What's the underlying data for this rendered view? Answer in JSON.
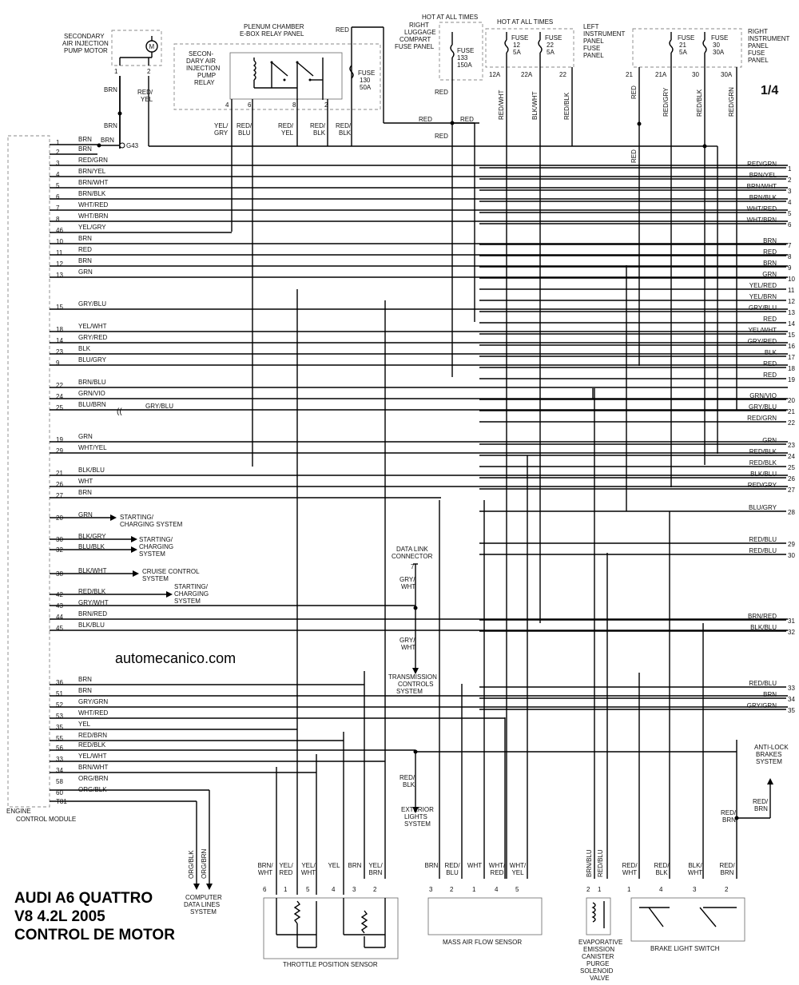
{
  "page_number": "1/4",
  "watermark": "automecanico.com",
  "title_lines": [
    "AUDI A6 QUATTRO",
    "V8 4.2L 2005",
    "CONTROL DE MOTOR"
  ],
  "components": {
    "sec_air_motor": [
      "SECONDARY",
      "AIR INJECTION",
      "PUMP MOTOR"
    ],
    "plenum": [
      "PLENUM CHAMBER",
      "E-BOX RELAY PANEL"
    ],
    "sec_air_relay": [
      "SECON-",
      "DARY AIR",
      "INJECTION",
      "PUMP",
      "RELAY"
    ],
    "hot_at_all_times_1": "HOT AT ALL TIMES",
    "hot_at_all_times_2": "HOT AT ALL TIMES",
    "right_luggage": [
      "RIGHT",
      "LUGGAGE",
      "COMPART",
      "FUSE PANEL"
    ],
    "left_panel": [
      "LEFT",
      "INSTRUMENT",
      "PANEL",
      "FUSE",
      "PANEL"
    ],
    "right_panel": [
      "RIGHT",
      "INSTRUMENT",
      "PANEL",
      "FUSE",
      "PANEL"
    ],
    "ecm": [
      "ENGINE",
      "CONTROL MODULE"
    ],
    "ecm_connector": "T81",
    "ground": "G43",
    "dlc": [
      "DATA LINK",
      "CONNECTOR"
    ],
    "transmission": [
      "TRANSMISSION",
      "CONTROLS",
      "SYSTEM"
    ],
    "exterior_lights": [
      "EXTERIOR",
      "LIGHTS",
      "SYSTEM"
    ],
    "anti_lock": [
      "ANTI-LOCK",
      "BRAKES",
      "SYSTEM"
    ],
    "computer_data": [
      "COMPUTER",
      "DATA LINES",
      "SYSTEM"
    ],
    "tps": "THROTTLE POSITION SENSOR",
    "maf": "MASS AIR FLOW SENSOR",
    "evap": [
      "EVAPORATIVE",
      "EMISSION",
      "CANISTER",
      "PURGE",
      "SOLENOID",
      "VALVE"
    ],
    "brake_switch": "BRAKE LIGHT SWITCH",
    "starting_charging_1": [
      "STARTING/",
      "CHARGING SYSTEM"
    ],
    "starting_charging_2": [
      "STARTING/",
      "CHARGING",
      "SYSTEM"
    ],
    "cruise": [
      "CRUISE CONTROL",
      "SYSTEM"
    ],
    "starting_charging_3": [
      "STARTING/",
      "CHARGING",
      "SYSTEM"
    ]
  },
  "fuses": [
    {
      "id": "f130",
      "lines": [
        "FUSE",
        "130",
        "50A"
      ]
    },
    {
      "id": "f133",
      "lines": [
        "FUSE",
        "133",
        "150A"
      ]
    },
    {
      "id": "f12",
      "lines": [
        "FUSE",
        "12",
        "5A"
      ]
    },
    {
      "id": "f22",
      "lines": [
        "FUSE",
        "22",
        "5A"
      ]
    },
    {
      "id": "f21",
      "lines": [
        "FUSE",
        "21",
        "5A"
      ]
    },
    {
      "id": "f30",
      "lines": [
        "FUSE",
        "30",
        "30A"
      ]
    }
  ],
  "ecm_pins": [
    {
      "pin": "1",
      "color": "BRN"
    },
    {
      "pin": "2",
      "color": "BRN"
    },
    {
      "pin": "3",
      "color": "RED/GRN"
    },
    {
      "pin": "4",
      "color": "BRN/YEL"
    },
    {
      "pin": "5",
      "color": "BRN/WHT"
    },
    {
      "pin": "6",
      "color": "BRN/BLK"
    },
    {
      "pin": "7",
      "color": "WHT/RED"
    },
    {
      "pin": "8",
      "color": "WHT/BRN"
    },
    {
      "pin": "46",
      "color": "YEL/GRY"
    },
    {
      "pin": "10",
      "color": "BRN"
    },
    {
      "pin": "11",
      "color": "RED"
    },
    {
      "pin": "12",
      "color": "BRN"
    },
    {
      "pin": "13",
      "color": "GRN"
    },
    {
      "pin": "15",
      "color": "GRY/BLU"
    },
    {
      "pin": "18",
      "color": "YEL/WHT"
    },
    {
      "pin": "14",
      "color": "GRY/RED"
    },
    {
      "pin": "23",
      "color": "BLK"
    },
    {
      "pin": "9",
      "color": "BLU/GRY"
    },
    {
      "pin": "22",
      "color": "BRN/BLU"
    },
    {
      "pin": "24",
      "color": "GRN/VIO"
    },
    {
      "pin": "25",
      "color": "BLU/BRN"
    },
    {
      "pin": "19",
      "color": "GRN"
    },
    {
      "pin": "29",
      "color": "WHT/YEL"
    },
    {
      "pin": "21",
      "color": "BLK/BLU"
    },
    {
      "pin": "26",
      "color": "WHT"
    },
    {
      "pin": "27",
      "color": "BRN"
    },
    {
      "pin": "20",
      "color": "GRN"
    },
    {
      "pin": "30",
      "color": "BLK/GRY"
    },
    {
      "pin": "32",
      "color": "BLU/BLK"
    },
    {
      "pin": "38",
      "color": "BLK/WHT"
    },
    {
      "pin": "42",
      "color": "RED/BLK"
    },
    {
      "pin": "43",
      "color": "GRY/WHT"
    },
    {
      "pin": "44",
      "color": "BRN/RED"
    },
    {
      "pin": "45",
      "color": "BLK/BLU"
    },
    {
      "pin": "36",
      "color": "BRN"
    },
    {
      "pin": "51",
      "color": "BRN"
    },
    {
      "pin": "52",
      "color": "GRY/GRN"
    },
    {
      "pin": "53",
      "color": "WHT/RED"
    },
    {
      "pin": "35",
      "color": "YEL"
    },
    {
      "pin": "55",
      "color": "RED/BRN"
    },
    {
      "pin": "56",
      "color": "RED/BLK"
    },
    {
      "pin": "33",
      "color": "YEL/WHT"
    },
    {
      "pin": "34",
      "color": "BRN/WHT"
    },
    {
      "pin": "58",
      "color": "ORG/BRN"
    },
    {
      "pin": "60",
      "color": "ORG/BLK"
    }
  ],
  "right_edge": [
    {
      "num": "1",
      "color": "RED/GRN"
    },
    {
      "num": "2",
      "color": "BRN/YEL"
    },
    {
      "num": "3",
      "color": "BRN/WHT"
    },
    {
      "num": "4",
      "color": "BRN/BLK"
    },
    {
      "num": "5",
      "color": "WHT/RED"
    },
    {
      "num": "6",
      "color": "WHT/BRN"
    },
    {
      "num": "7",
      "color": "BRN"
    },
    {
      "num": "8",
      "color": "RED"
    },
    {
      "num": "9",
      "color": "BRN"
    },
    {
      "num": "10",
      "color": "GRN"
    },
    {
      "num": "11",
      "color": "YEL/RED"
    },
    {
      "num": "12",
      "color": "YEL/BRN"
    },
    {
      "num": "13",
      "color": "GRY/BLU"
    },
    {
      "num": "14",
      "color": "RED"
    },
    {
      "num": "15",
      "color": "YEL/WHT"
    },
    {
      "num": "16",
      "color": "GRY/RED"
    },
    {
      "num": "17",
      "color": "BLK"
    },
    {
      "num": "18",
      "color": "RED"
    },
    {
      "num": "19",
      "color": "RED"
    },
    {
      "num": "20",
      "color": "GRN/VIO"
    },
    {
      "num": "21",
      "color": "GRY/BLU"
    },
    {
      "num": "22",
      "color": "RED/GRN"
    },
    {
      "num": "23",
      "color": "GRN"
    },
    {
      "num": "24",
      "color": "RED/BLK"
    },
    {
      "num": "25",
      "color": "RED/BLK"
    },
    {
      "num": "26",
      "color": "BLK/BLU"
    },
    {
      "num": "27",
      "color": "RED/GRY"
    },
    {
      "num": "28",
      "color": "BLU/GRY"
    },
    {
      "num": "29",
      "color": "RED/BLU"
    },
    {
      "num": "30",
      "color": "RED/BLU"
    },
    {
      "num": "31",
      "color": "BRN/RED"
    },
    {
      "num": "32",
      "color": "BLK/BLU"
    },
    {
      "num": "33",
      "color": "RED/BLU"
    },
    {
      "num": "34",
      "color": "BRN"
    },
    {
      "num": "35",
      "color": "GRY/GRN"
    }
  ],
  "tps_pins": [
    {
      "pin": "6",
      "color": [
        "BRN/",
        "WHT"
      ]
    },
    {
      "pin": "1",
      "color": [
        "YEL/",
        "RED"
      ]
    },
    {
      "pin": "5",
      "color": [
        "YEL/",
        "WHT"
      ]
    },
    {
      "pin": "4",
      "color": [
        "YEL"
      ]
    },
    {
      "pin": "3",
      "color": [
        "BRN"
      ]
    },
    {
      "pin": "2",
      "color": [
        "YEL/",
        "BRN"
      ]
    }
  ],
  "maf_pins": [
    {
      "pin": "3",
      "color": [
        "BRN"
      ]
    },
    {
      "pin": "2",
      "color": [
        "RED/",
        "BLU"
      ]
    },
    {
      "pin": "1",
      "color": [
        "WHT"
      ]
    },
    {
      "pin": "4",
      "color": [
        "WHT/",
        "RED"
      ]
    },
    {
      "pin": "5",
      "color": [
        "WHT/",
        "YEL"
      ]
    }
  ],
  "evap_pins": [
    {
      "pin": "2",
      "color": "BRN/BLU"
    },
    {
      "pin": "1",
      "color": "RED/BLU"
    }
  ],
  "brake_pins": [
    {
      "pin": "1",
      "color": [
        "RED/",
        "WHT"
      ]
    },
    {
      "pin": "4",
      "color": [
        "RED/",
        "BLK"
      ]
    },
    {
      "pin": "3",
      "color": [
        "BLK/",
        "WHT"
      ]
    },
    {
      "pin": "2",
      "color": [
        "RED/",
        "BRN"
      ]
    }
  ],
  "top_labels": {
    "motor_pin1": "1",
    "motor_pin2": "2",
    "brn1": "BRN",
    "brn2": "BRN",
    "brn3": "BRN",
    "red_yel": [
      "RED/",
      "YEL"
    ],
    "relay_pins": [
      "4",
      "6",
      "8",
      "2"
    ],
    "yel_gry": [
      "YEL/",
      "GRY"
    ],
    "red_blu": [
      "RED/",
      "BLU"
    ],
    "red_yel2": [
      "RED/",
      "YEL"
    ],
    "red_blk_a": [
      "RED/",
      "BLK"
    ],
    "red_blk_b": [
      "RED/",
      "BLK"
    ],
    "red_top": "RED",
    "red_f133": "RED",
    "red_splice_l": "RED",
    "red_splice_r": "RED",
    "red_splice_b": "RED",
    "left_fuse_pins": [
      "12A",
      "22A",
      "22"
    ],
    "left_fuse_wires": [
      "RED/WHT",
      "BLK/WHT",
      "RED/BLK"
    ],
    "right_fuse_pins": [
      "21",
      "21A",
      "30",
      "30A"
    ],
    "right_fuse_wires": [
      "RED",
      "RED/GRY",
      "RED/BLK",
      "RED/GRN"
    ],
    "red_vert": "RED",
    "gry_blu_mid": "GRY/BLU",
    "dlc_pin": "7",
    "gry_wht": [
      "GRY/",
      "WHT"
    ],
    "gry_wht2": [
      "GRY/",
      "WHT"
    ],
    "red_blk_ext": [
      "RED/",
      "BLK"
    ],
    "red_brn_abs": [
      "RED/",
      "BRN"
    ],
    "red_brn_abs2": [
      "RED/",
      "BRN"
    ],
    "org_blk": "ORG/BLK",
    "org_brn": "ORG/BRN"
  }
}
